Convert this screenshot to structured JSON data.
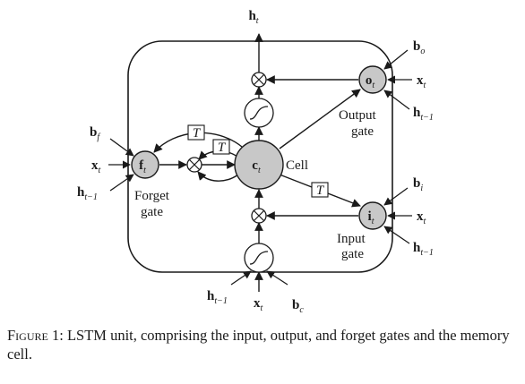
{
  "diagram": {
    "nodes": {
      "cell": {
        "main": "c",
        "sub": "t",
        "label": "Cell"
      },
      "forget": {
        "main": "f",
        "sub": "t",
        "label_line1": "Forget",
        "label_line2": "gate"
      },
      "output": {
        "main": "o",
        "sub": "t",
        "label_line1": "Output",
        "label_line2": "gate"
      },
      "input": {
        "main": "i",
        "sub": "t",
        "label_line1": "Input",
        "label_line2": "gate"
      }
    },
    "transfer_symbol": "T",
    "inputs": {
      "top_output": {
        "main": "h",
        "sub": "t"
      },
      "bo": {
        "main": "b",
        "sub": "o"
      },
      "xt_output": {
        "main": "x",
        "sub": "t"
      },
      "ht1_output": {
        "main": "h",
        "sub": "t−1"
      },
      "bf": {
        "main": "b",
        "sub": "f"
      },
      "xt_forget": {
        "main": "x",
        "sub": "t"
      },
      "ht1_forget": {
        "main": "h",
        "sub": "t−1"
      },
      "bi": {
        "main": "b",
        "sub": "i"
      },
      "xt_input": {
        "main": "x",
        "sub": "t"
      },
      "ht1_input": {
        "main": "h",
        "sub": "t−1"
      },
      "ht1_bottom": {
        "main": "h",
        "sub": "t−1"
      },
      "xt_bottom": {
        "main": "x",
        "sub": "t"
      },
      "bc": {
        "main": "b",
        "sub": "c"
      }
    }
  },
  "caption": {
    "label": "Figure 1:",
    "text": " LSTM unit, comprising the input, output, and forget gates and the memory cell."
  },
  "colors": {
    "gate_fill": "#c8c8c8",
    "cell_fill": "#c8c8c8",
    "stroke": "#1a1a1a"
  }
}
